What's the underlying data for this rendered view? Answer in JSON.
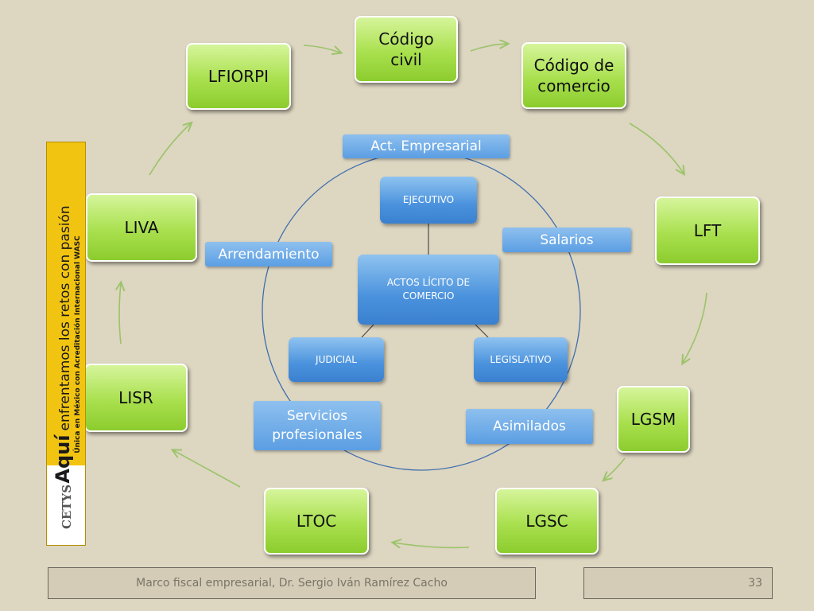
{
  "nodes": {
    "codigo_civil": "Código\ncivil",
    "codigo_comercio": "Código de\ncomercio",
    "lft": "LFT",
    "lgsm": "LGSM",
    "lgsc": "LGSC",
    "ltoc": "LTOC",
    "lisr": "LISR",
    "liva": "LIVA",
    "lfiorpi": "LFIORPI"
  },
  "center": {
    "root": "ACTOS LÍCITO DE\nCOMERCIO",
    "ejecutivo": "EJECUTIVO",
    "judicial": "JUDICIAL",
    "legislativo": "LEGISLATIVO"
  },
  "tags": {
    "act_empresarial": "Act. Empresarial",
    "salarios": "Salarios",
    "arrendamiento": "Arrendamiento",
    "servicios": "Servicios\nprofesionales",
    "asimilados": "Asimilados"
  },
  "logo": {
    "slogan_main": "Aquí",
    "slogan_rest": "enfrentamos los retos con pasión",
    "tagline": "Única en México con Acreditación Internacional WASC",
    "brand": "CETYS"
  },
  "footer": {
    "text": "Marco fiscal empresarial, Dr. Sergio Iván Ramírez Cacho",
    "page": "33"
  },
  "colors": {
    "background": "#ddd6c1",
    "green_box": "#a9e04e",
    "blue_box": "#4a92dd",
    "arrow": "#9bc46a",
    "logo_yellow": "#f2c412"
  }
}
